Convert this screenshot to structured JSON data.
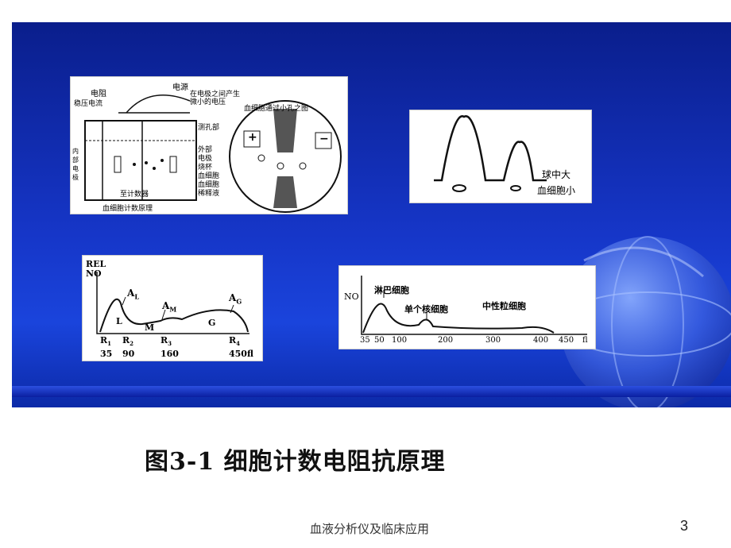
{
  "caption": "图3-1 细胞计数电阻抗原理",
  "footer": {
    "title": "血液分析仪及临床应用",
    "page_number": "3"
  },
  "fig_apparatus": {
    "labels": {
      "resistor": "电阻",
      "power": "电源",
      "voltage_note_1": "在电极之间产生",
      "voltage_note_2": "微小的电压",
      "constant_current": "稳压电流",
      "aperture_title": "血细胞通过小孔之图",
      "aperture_part": "测孔部",
      "inner_electrode": "内部电极",
      "outer_part": "外部",
      "electrode": "电极",
      "beaker": "烧杯",
      "blood_cell": "血细胞",
      "diluent_1": "血细胞",
      "diluent_2": "稀释液",
      "to_counter": "至计数器",
      "bottom_caption": "血细胞计数原理",
      "plus_sign": "+",
      "minus_sign": "−"
    }
  },
  "fig_pulses": {
    "labels": {
      "large_cell": "球中大",
      "small_cell": "血细胞小"
    }
  },
  "fig_histogram_rel": {
    "labels": {
      "y_axis_1": "REL",
      "y_axis_2": "NO",
      "peak_L": "A",
      "peak_L_sub": "L",
      "peak_M": "A",
      "peak_M_sub": "M",
      "peak_G": "A",
      "peak_G_sub": "G",
      "region_L": "L",
      "region_M": "M",
      "region_G": "G"
    },
    "markers": [
      {
        "name": "R",
        "sub": "1",
        "value": "35"
      },
      {
        "name": "R",
        "sub": "2",
        "value": "90"
      },
      {
        "name": "R",
        "sub": "3",
        "value": "160"
      },
      {
        "name": "R",
        "sub": "4",
        "value": "450fl"
      }
    ]
  },
  "fig_histogram_wbc": {
    "labels": {
      "y_axis": "NO",
      "lymphocyte": "淋巴细胞",
      "monocyte": "单个核细胞",
      "neutrophil": "中性粒细胞"
    },
    "x_ticks": [
      "35",
      "50",
      "100",
      "200",
      "300",
      "400",
      "450",
      "fl"
    ]
  }
}
